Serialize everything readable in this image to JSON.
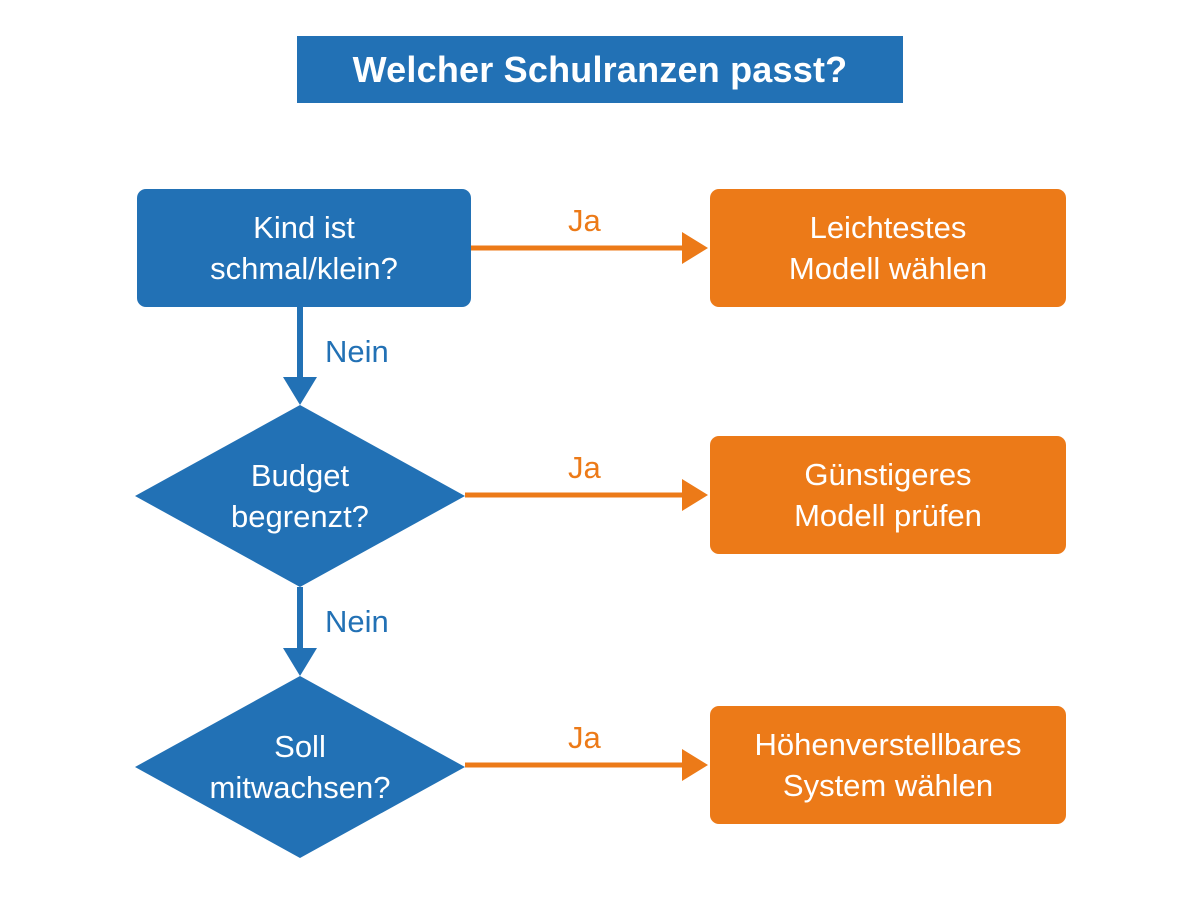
{
  "title": "Welcher Schulranzen passt?",
  "colors": {
    "decision": "#2271b5",
    "outcome": "#ec7a18",
    "background": "#ffffff"
  },
  "decisions": [
    {
      "shape": "rounded-rect",
      "text": "Kind ist\nschmal/klein?"
    },
    {
      "shape": "diamond",
      "text": "Budget\nbegrenzt?"
    },
    {
      "shape": "diamond",
      "text": "Soll\nmitwachsen?"
    }
  ],
  "outcomes": [
    {
      "text": "Leichtestes\nModell wählen"
    },
    {
      "text": "Günstigeres\nModell prüfen"
    },
    {
      "text": "Höhenverstellbares\nSystem wählen"
    }
  ],
  "edges": {
    "yes_label": "Ja",
    "no_label": "Nein"
  }
}
